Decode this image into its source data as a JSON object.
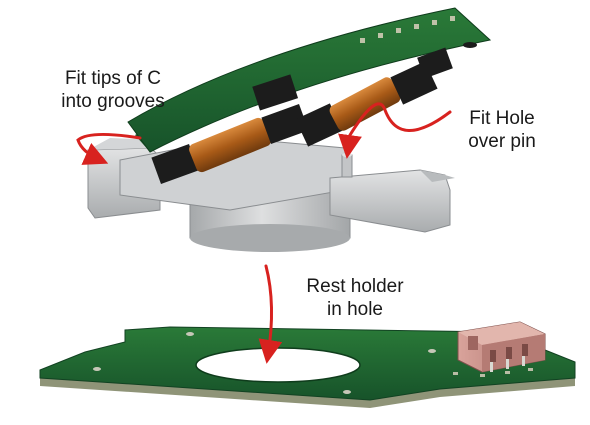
{
  "annotations": {
    "fit_c_tips": "Fit tips of C\ninto grooves",
    "fit_hole": "Fit Hole\nover pin",
    "rest_holder": "Rest holder\nin hole"
  },
  "colors": {
    "pcb_green": "#1f6b2e",
    "pcb_edge": "#9a9f86",
    "holder_gray": "#c9cbcc",
    "holder_shadow": "#9fa2a4",
    "sensor_orange": "#b8651f",
    "sensor_black": "#1c1c1c",
    "connector_pink": "#c58d86",
    "arrow_red": "#d8221f"
  }
}
